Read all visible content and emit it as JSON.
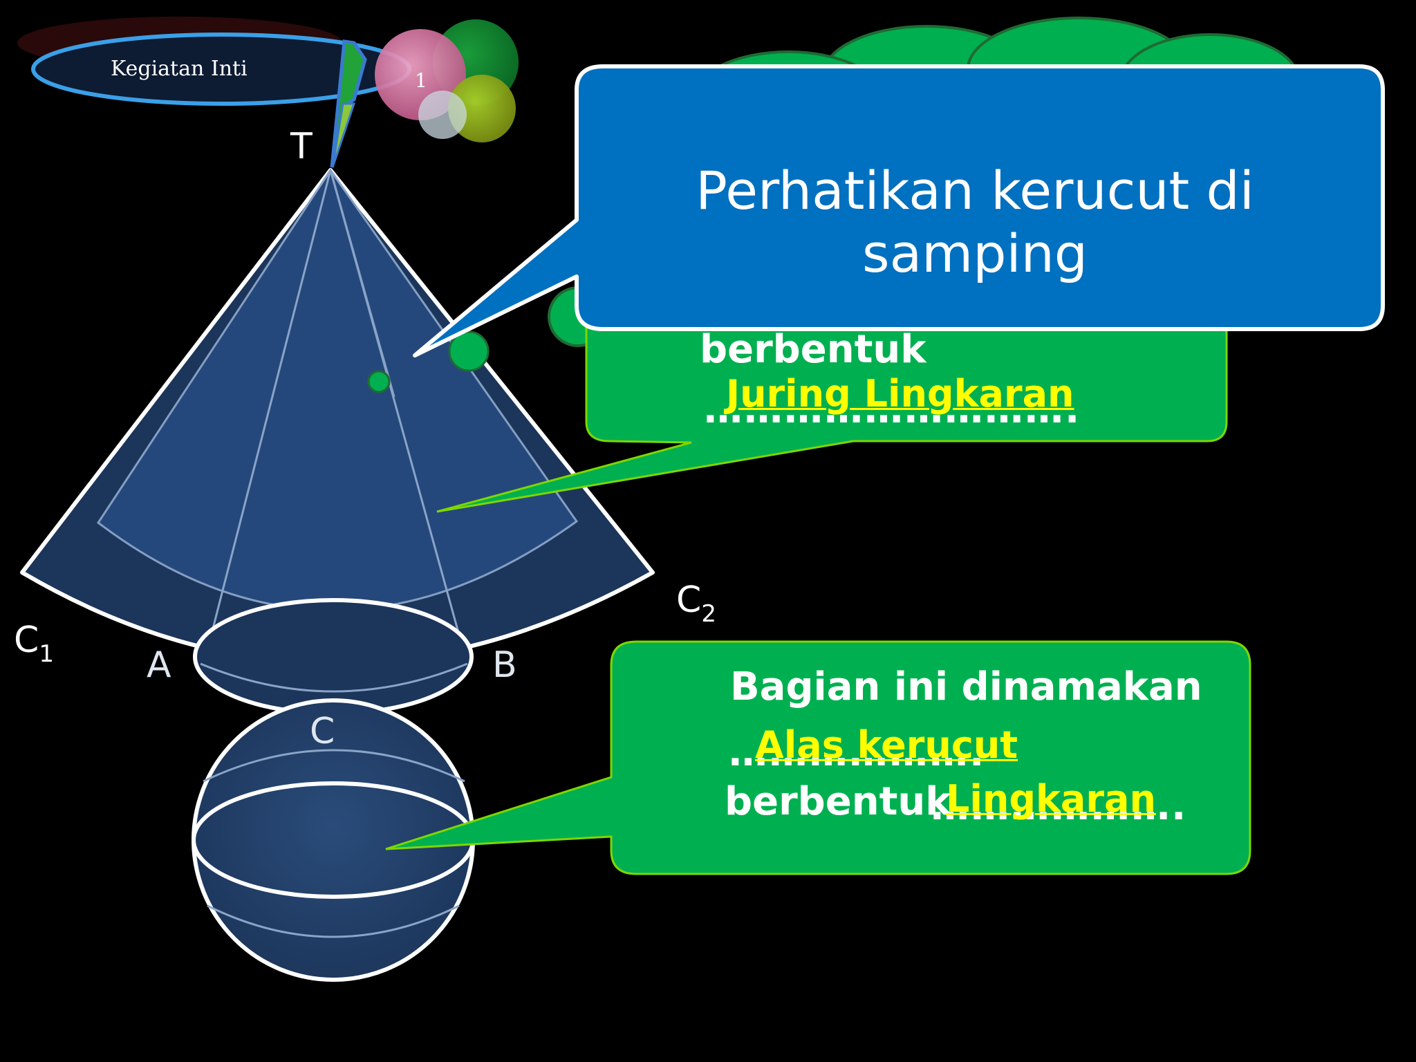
{
  "header": {
    "title": "Kegiatan Inti",
    "number": "1"
  },
  "labels": {
    "apex": "T",
    "c1_main": "C",
    "c1_sub": "1",
    "c2_main": "C",
    "c2_sub": "2",
    "a": "A",
    "b": "B",
    "c": "C"
  },
  "callout_blue": {
    "text": "Perhatikan kerucut di samping"
  },
  "callout_green_top": {
    "partial_text": "berbentuk",
    "dots": "……………………….",
    "answer": "Juring Lingkaran"
  },
  "callout_green_bottom": {
    "line1": "Bagian ini dinamakan",
    "line2_dots": "……………….",
    "line2_answer": "Alas kerucut",
    "line3_prefix": "berbentuk",
    "line3_dots": "……………….",
    "line3_answer": "Lingkaran"
  },
  "colors": {
    "callout_blue": "#0070c0",
    "callout_green": "#00b050",
    "answer": "#ffff00",
    "cone_fill": "#1f3a63",
    "outline": "#ffffff"
  }
}
